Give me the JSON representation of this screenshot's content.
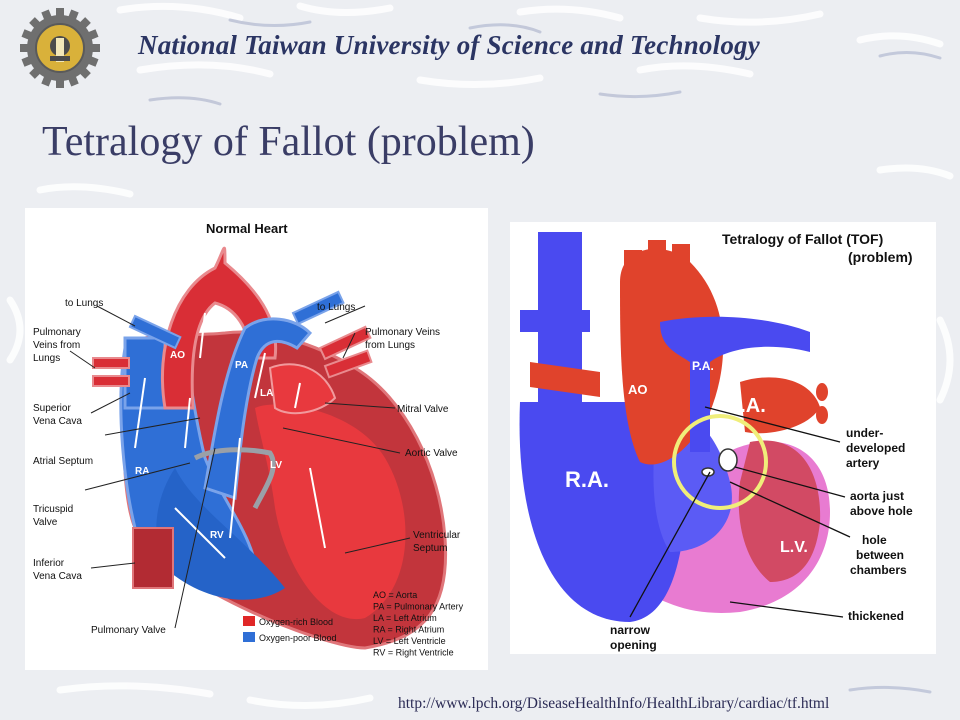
{
  "header": {
    "institution": "National Taiwan University of Science and Technology"
  },
  "slide": {
    "title": "Tetralogy of Fallot  (problem)"
  },
  "left_figure": {
    "title": "Normal Heart",
    "labels": {
      "to_lungs_left": "to Lungs",
      "to_lungs_right": "to Lungs",
      "pv_from_lungs_left_1": "Pulmonary",
      "pv_from_lungs_left_2": "Veins from",
      "pv_from_lungs_left_3": "Lungs",
      "pv_from_lungs_right_1": "Pulmonary Veins",
      "pv_from_lungs_right_2": "from Lungs",
      "svc_1": "Superior",
      "svc_2": "Vena Cava",
      "atrial_septum": "Atrial Septum",
      "tricuspid_1": "Tricuspid",
      "tricuspid_2": "Valve",
      "ivc_1": "Inferior",
      "ivc_2": "Vena Cava",
      "mitral": "Mitral Valve",
      "aortic": "Aortic Valve",
      "ventricular_septum_1": "Ventricular",
      "ventricular_septum_2": "Septum",
      "pulmonary_valve": "Pulmonary Valve",
      "ao": "AO",
      "pa": "PA",
      "la": "LA",
      "ra": "RA",
      "lv": "LV",
      "rv": "RV"
    },
    "legend": {
      "oxygen_rich": "Oxygen-rich Blood",
      "oxygen_poor": "Oxygen-poor Blood",
      "rich_color": "#e02727",
      "poor_color": "#2f6fd6"
    },
    "abbreviations": [
      "AO = Aorta",
      "PA = Pulmonary Artery",
      "LA = Left Atrium",
      "RA = Right Atrium",
      "LV = Left Ventricle",
      "RV = Right Ventricle"
    ]
  },
  "right_figure": {
    "title_1": "Tetralogy of Fallot (TOF)",
    "title_2": "(problem)",
    "labels": {
      "pa": "P.A.",
      "ao": "AO",
      "la": "L.A.",
      "ra": "R.A.",
      "lv": "L.V.",
      "underdeveloped_1": "under-",
      "underdeveloped_2": "developed",
      "underdeveloped_3": "artery",
      "aorta_hole_1": "aorta just",
      "aorta_hole_2": "above hole",
      "hole_1": "hole",
      "hole_2": "between",
      "hole_3": "chambers",
      "thickened": "thickened",
      "narrow_1": "narrow",
      "narrow_2": "opening"
    }
  },
  "footer": {
    "source_url": "http://www.lpch.org/DiseaseHealthInfo/HealthLibrary/cardiac/tf.html"
  }
}
